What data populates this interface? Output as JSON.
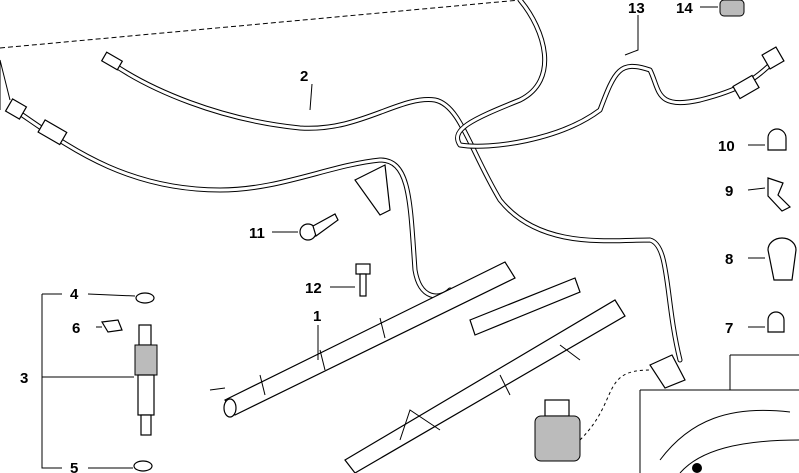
{
  "diagram": {
    "callouts": [
      {
        "id": "callout-1",
        "label": "1"
      },
      {
        "id": "callout-2",
        "label": "2"
      },
      {
        "id": "callout-3",
        "label": "3"
      },
      {
        "id": "callout-4",
        "label": "4"
      },
      {
        "id": "callout-5",
        "label": "5"
      },
      {
        "id": "callout-6",
        "label": "6"
      },
      {
        "id": "callout-7",
        "label": "7"
      },
      {
        "id": "callout-8",
        "label": "8"
      },
      {
        "id": "callout-9",
        "label": "9"
      },
      {
        "id": "callout-10",
        "label": "10"
      },
      {
        "id": "callout-11",
        "label": "11"
      },
      {
        "id": "callout-12",
        "label": "12"
      },
      {
        "id": "callout-13",
        "label": "13"
      },
      {
        "id": "callout-14",
        "label": "14"
      }
    ]
  }
}
